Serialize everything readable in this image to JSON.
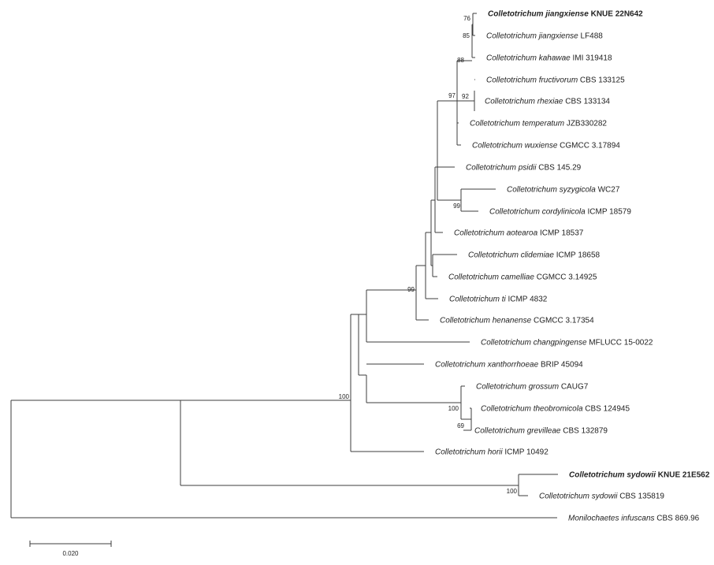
{
  "tree": {
    "taxa": [
      {
        "id": "t01",
        "species": "Colletotrichum jiangxiense",
        "strain": "KNUE 22N642",
        "bold": true
      },
      {
        "id": "t02",
        "species": "Colletotrichum jiangxiense",
        "strain": "LF488",
        "bold": false
      },
      {
        "id": "t03",
        "species": "Colletotrichum kahawae",
        "strain": "IMI 319418",
        "bold": false
      },
      {
        "id": "t04",
        "species": "Colletotrichum fructivorum",
        "strain": "CBS 133125",
        "bold": false
      },
      {
        "id": "t05",
        "species": "Colletotrichum rhexiae",
        "strain": "CBS 133134",
        "bold": false
      },
      {
        "id": "t06",
        "species": "Colletotrichum temperatum",
        "strain": "JZB330282",
        "bold": false
      },
      {
        "id": "t07",
        "species": "Colletotrichum wuxiense",
        "strain": "CGMCC 3.17894",
        "bold": false
      },
      {
        "id": "t08",
        "species": "Colletotrichum psidii",
        "strain": "CBS 145.29",
        "bold": false
      },
      {
        "id": "t09",
        "species": "Colletotrichum syzygicola",
        "strain": "WC27",
        "bold": false
      },
      {
        "id": "t10",
        "species": "Colletotrichum cordylinicola",
        "strain": "ICMP 18579",
        "bold": false
      },
      {
        "id": "t11",
        "species": "Colletotrichum aotearoa",
        "strain": "ICMP 18537",
        "bold": false
      },
      {
        "id": "t12",
        "species": "Colletotrichum clidemiae",
        "strain": "ICMP 18658",
        "bold": false
      },
      {
        "id": "t13",
        "species": "Colletotrichum camelliae",
        "strain": "CGMCC 3.14925",
        "bold": false
      },
      {
        "id": "t14",
        "species": "Colletotrichum ti",
        "strain": "ICMP 4832",
        "bold": false
      },
      {
        "id": "t15",
        "species": "Colletotrichum henanense",
        "strain": "CGMCC 3.17354",
        "bold": false
      },
      {
        "id": "t16",
        "species": "Colletotrichum changpingense",
        "strain": "MFLUCC 15-0022",
        "bold": false
      },
      {
        "id": "t17",
        "species": "Colletotrichum xanthorrhoeae",
        "strain": "BRIP 45094",
        "bold": false
      },
      {
        "id": "t18",
        "species": "Colletotrichum grossum",
        "strain": "CAUG7",
        "bold": false
      },
      {
        "id": "t19",
        "species": "Colletotrichum theobromicola",
        "strain": "CBS 124945",
        "bold": false
      },
      {
        "id": "t20",
        "species": "Colletotrichum grevilleae",
        "strain": "CBS 132879",
        "bold": false
      },
      {
        "id": "t21",
        "species": "Colletotrichum horii",
        "strain": "ICMP 10492",
        "bold": false
      },
      {
        "id": "t22",
        "species": "Colletotrichum sydowii",
        "strain": "KNUE 21E562",
        "bold": true
      },
      {
        "id": "t23",
        "species": "Colletotrichum sydowii",
        "strain": "CBS 135819",
        "bold": false
      },
      {
        "id": "t24",
        "species": "Monilochaetes infuscans",
        "strain": "CBS 869.96",
        "bold": false
      }
    ],
    "bootstrap": [
      {
        "id": "b1",
        "value": "76"
      },
      {
        "id": "b2",
        "value": "85"
      },
      {
        "id": "b3",
        "value": "88"
      },
      {
        "id": "b4",
        "value": "92"
      },
      {
        "id": "b5",
        "value": "97"
      },
      {
        "id": "b6",
        "value": "99"
      },
      {
        "id": "b7",
        "value": "99"
      },
      {
        "id": "b8",
        "value": "100"
      },
      {
        "id": "b9",
        "value": "100"
      },
      {
        "id": "b10",
        "value": "69"
      },
      {
        "id": "b11",
        "value": "100"
      }
    ],
    "scale_bar": {
      "label": "0.020"
    }
  }
}
